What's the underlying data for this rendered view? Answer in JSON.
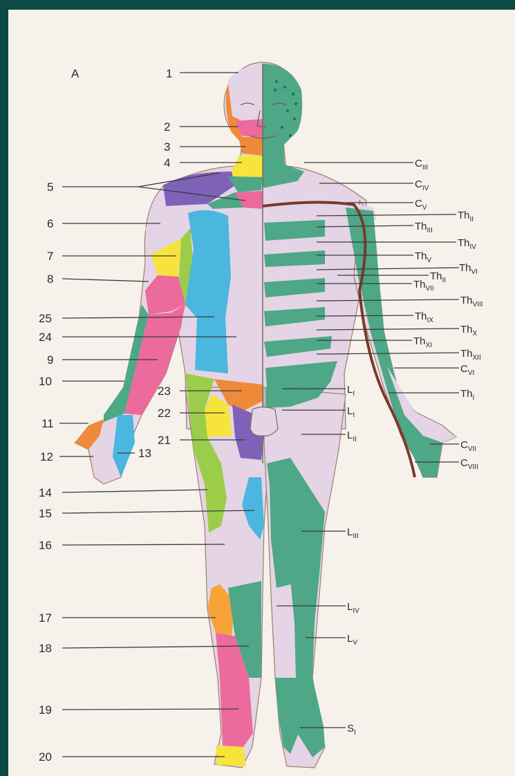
{
  "figure_letter": "A",
  "colors": {
    "background_frame": "#0c4a44",
    "paper": "#f6f1ea",
    "lilac": "#e4d4e6",
    "green": "#4ea786",
    "orange": "#ef8a3a",
    "pink": "#ec6a9c",
    "yellow": "#f6e33b",
    "blue": "#4bb6de",
    "purple": "#7e62b8",
    "lime": "#9bcd4b",
    "leader_line": "#3a3a3a"
  },
  "left_labels": [
    {
      "id": "1",
      "text": "1"
    },
    {
      "id": "2",
      "text": "2"
    },
    {
      "id": "3",
      "text": "3"
    },
    {
      "id": "4",
      "text": "4"
    },
    {
      "id": "5",
      "text": "5"
    },
    {
      "id": "6",
      "text": "6"
    },
    {
      "id": "7",
      "text": "7"
    },
    {
      "id": "8",
      "text": "8"
    },
    {
      "id": "25",
      "text": "25"
    },
    {
      "id": "24",
      "text": "24"
    },
    {
      "id": "9",
      "text": "9"
    },
    {
      "id": "10",
      "text": "10"
    },
    {
      "id": "23",
      "text": "23"
    },
    {
      "id": "22",
      "text": "22"
    },
    {
      "id": "11",
      "text": "11"
    },
    {
      "id": "21",
      "text": "21"
    },
    {
      "id": "12",
      "text": "12"
    },
    {
      "id": "13",
      "text": "13"
    },
    {
      "id": "14",
      "text": "14"
    },
    {
      "id": "15",
      "text": "15"
    },
    {
      "id": "16",
      "text": "16"
    },
    {
      "id": "17",
      "text": "17"
    },
    {
      "id": "18",
      "text": "18"
    },
    {
      "id": "19",
      "text": "19"
    },
    {
      "id": "20",
      "text": "20"
    }
  ],
  "right_labels": [
    {
      "id": "c3",
      "main": "C",
      "sub": "III"
    },
    {
      "id": "c4",
      "main": "C",
      "sub": "IV"
    },
    {
      "id": "c5",
      "main": "C",
      "sub": "V"
    },
    {
      "id": "th2",
      "main": "Th",
      "sub": "II"
    },
    {
      "id": "th3",
      "main": "Th",
      "sub": "III"
    },
    {
      "id": "th4",
      "main": "Th",
      "sub": "IV"
    },
    {
      "id": "th5",
      "main": "Th",
      "sub": "V"
    },
    {
      "id": "th6",
      "main": "Th",
      "sub": "VI"
    },
    {
      "id": "th2b",
      "main": "Th",
      "sub": "II"
    },
    {
      "id": "th7",
      "main": "Th",
      "sub": "VII"
    },
    {
      "id": "th8",
      "main": "Th",
      "sub": "VIII"
    },
    {
      "id": "th9",
      "main": "Th",
      "sub": "IX"
    },
    {
      "id": "th10",
      "main": "Th",
      "sub": "X"
    },
    {
      "id": "th11",
      "main": "Th",
      "sub": "XI"
    },
    {
      "id": "th12",
      "main": "Th",
      "sub": "XII"
    },
    {
      "id": "c6",
      "main": "C",
      "sub": "VI"
    },
    {
      "id": "l1a",
      "main": "L",
      "sub": "I"
    },
    {
      "id": "th1",
      "main": "Th",
      "sub": "I"
    },
    {
      "id": "l1b",
      "main": "L",
      "sub": "I"
    },
    {
      "id": "l2",
      "main": "L",
      "sub": "II"
    },
    {
      "id": "c7",
      "main": "C",
      "sub": "VII"
    },
    {
      "id": "c8",
      "main": "C",
      "sub": "VIII"
    },
    {
      "id": "l3",
      "main": "L",
      "sub": "III"
    },
    {
      "id": "l4",
      "main": "L",
      "sub": "IV"
    },
    {
      "id": "l5",
      "main": "L",
      "sub": "V"
    },
    {
      "id": "s1",
      "main": "S",
      "sub": "I"
    }
  ]
}
